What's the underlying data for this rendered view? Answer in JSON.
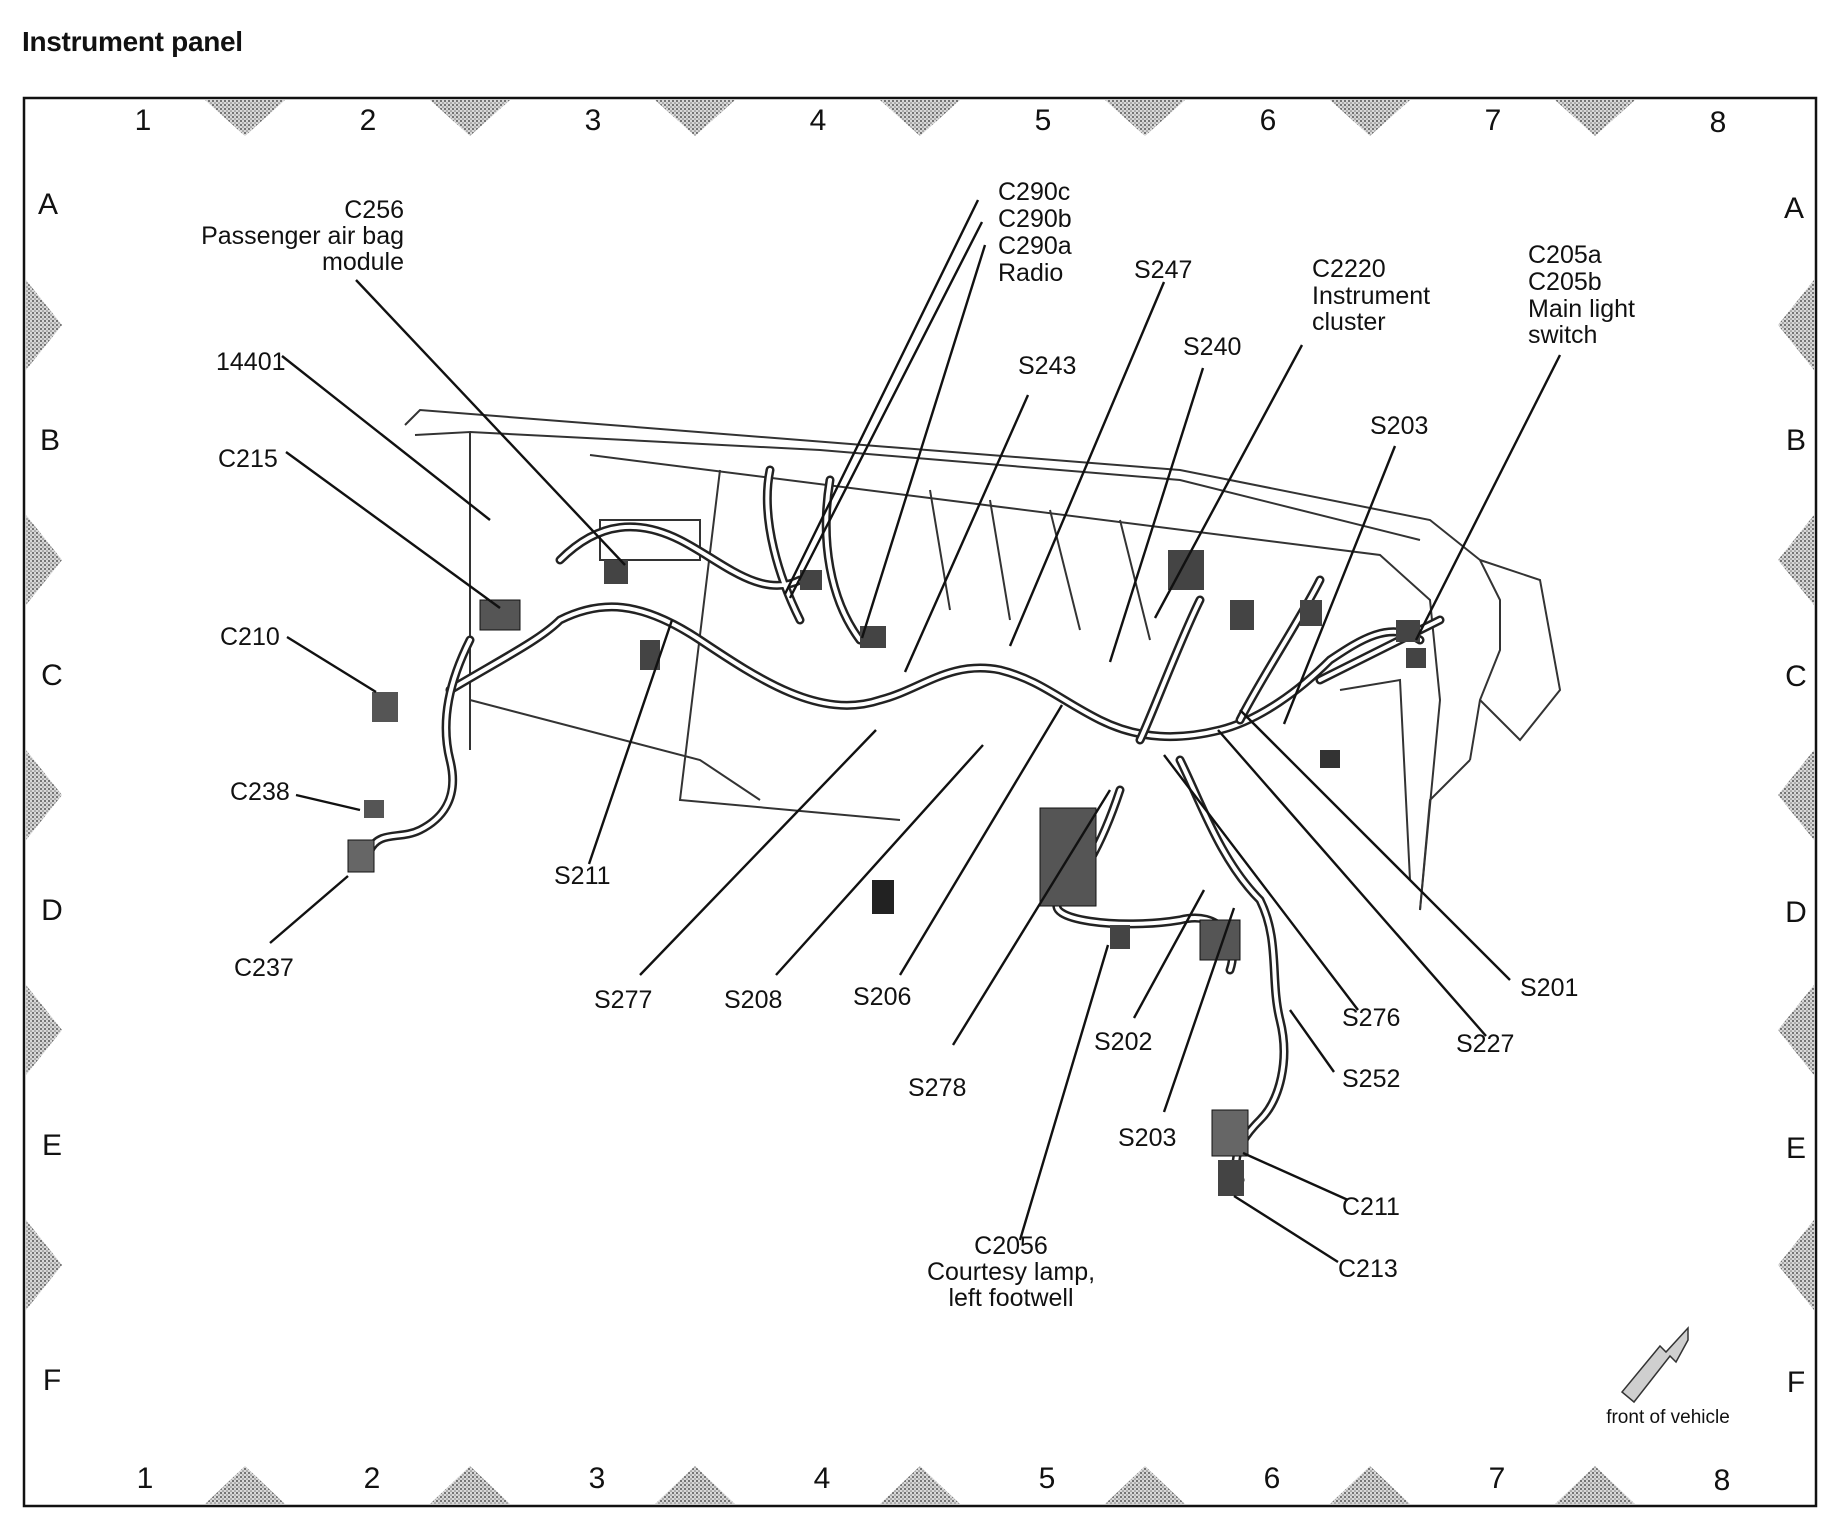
{
  "title": "Instrument panel",
  "grid": {
    "columns": [
      "1",
      "2",
      "3",
      "4",
      "5",
      "6",
      "7",
      "8"
    ],
    "rows": [
      "A",
      "B",
      "C",
      "D",
      "E",
      "F"
    ]
  },
  "orientation_label": "front of vehicle",
  "callouts": {
    "c256": [
      "C256",
      "Passenger air bag",
      "module"
    ],
    "c290": [
      "C290c",
      "C290b",
      "C290a",
      "Radio"
    ],
    "s247": "S247",
    "c2220": [
      "C2220",
      "Instrument",
      "cluster"
    ],
    "c205": [
      "C205a",
      "C205b",
      "Main light",
      "switch"
    ],
    "n14401": "14401",
    "s243": "S243",
    "s240": "S240",
    "s203_top": "S203",
    "c215": "C215",
    "c210": "C210",
    "c238": "C238",
    "c237": "C237",
    "s211": "S211",
    "s277": "S277",
    "s208": "S208",
    "s206": "S206",
    "s278": "S278",
    "s202": "S202",
    "s203_bottom": "S203",
    "s276": "S276",
    "s252": "S252",
    "s227": "S227",
    "s201": "S201",
    "c211": "C211",
    "c213": "C213",
    "c2056": [
      "C2056",
      "Courtesy lamp,",
      "left footwell"
    ]
  },
  "colors": {
    "ink": "#111111",
    "grid_marker": "#8a8a8a",
    "arrow_fill": "#bdbdbd"
  }
}
